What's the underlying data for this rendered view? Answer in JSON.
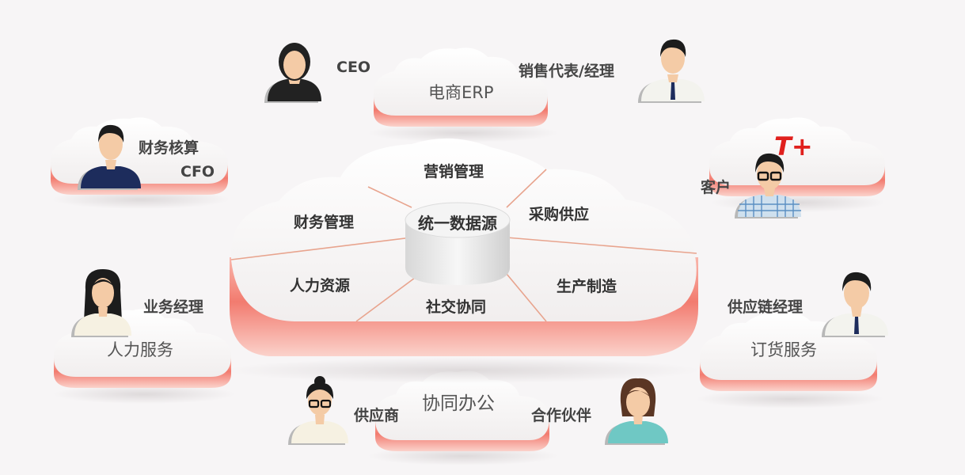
{
  "center": {
    "core_label": "统一数据源",
    "segments": [
      "营销管理",
      "采购供应",
      "生产制造",
      "社交协同",
      "人力资源",
      "财务管理"
    ]
  },
  "clouds": {
    "ecommerce": "电商ERP",
    "hr_service": "人力服务",
    "order_service": "订货服务",
    "collab_office": "协同办公"
  },
  "roles": {
    "ceo": "CEO",
    "sales": "销售代表/经理",
    "finance_accounting": "财务核算",
    "cfo": "CFO",
    "customer": "客户",
    "business_manager": "业务经理",
    "supply_chain_manager": "供应链经理",
    "supplier": "供应商",
    "partner": "合作伙伴"
  },
  "logo": {
    "text": "T+"
  },
  "colors": {
    "cloud_top": "#ffffff",
    "cloud_side": "#f0786e",
    "divider": "#e8a48e",
    "logo_red": "#e0201d",
    "skin": "#f4cba6",
    "hair": "#1c1c1c"
  }
}
